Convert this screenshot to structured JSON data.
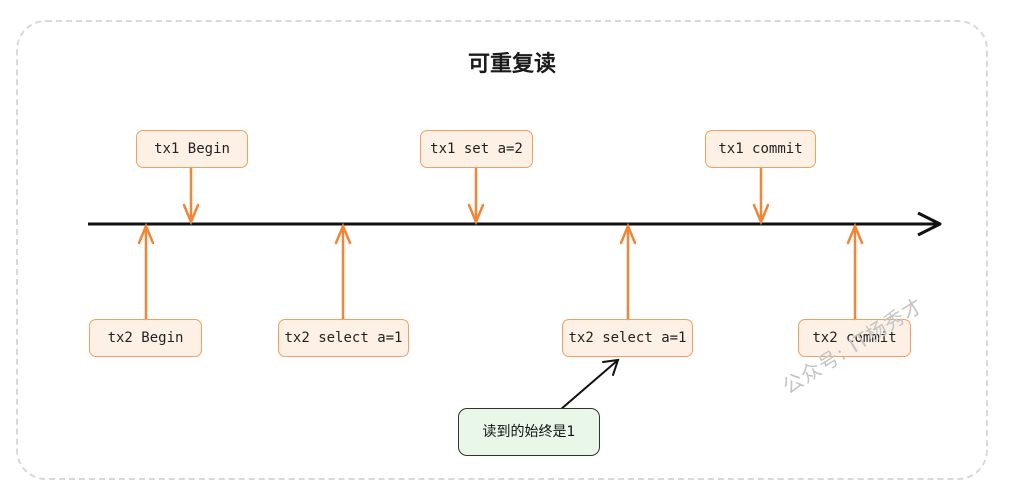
{
  "title": "可重复读",
  "tx1_events": [
    {
      "label": "tx1 Begin"
    },
    {
      "label": "tx1 set a=2"
    },
    {
      "label": "tx1 commit"
    }
  ],
  "tx2_events": [
    {
      "label": "tx2 Begin"
    },
    {
      "label": "tx2 select a=1"
    },
    {
      "label": "tx2 select a=1"
    },
    {
      "label": "tx2 commit"
    }
  ],
  "note": "读到的始终是1",
  "watermark": "公众号: IT杨秀才",
  "colors": {
    "arrow": "#ef8638",
    "event_fill": "#fdf1e6",
    "note_fill": "#e9f7e9",
    "timeline": "#111111"
  }
}
